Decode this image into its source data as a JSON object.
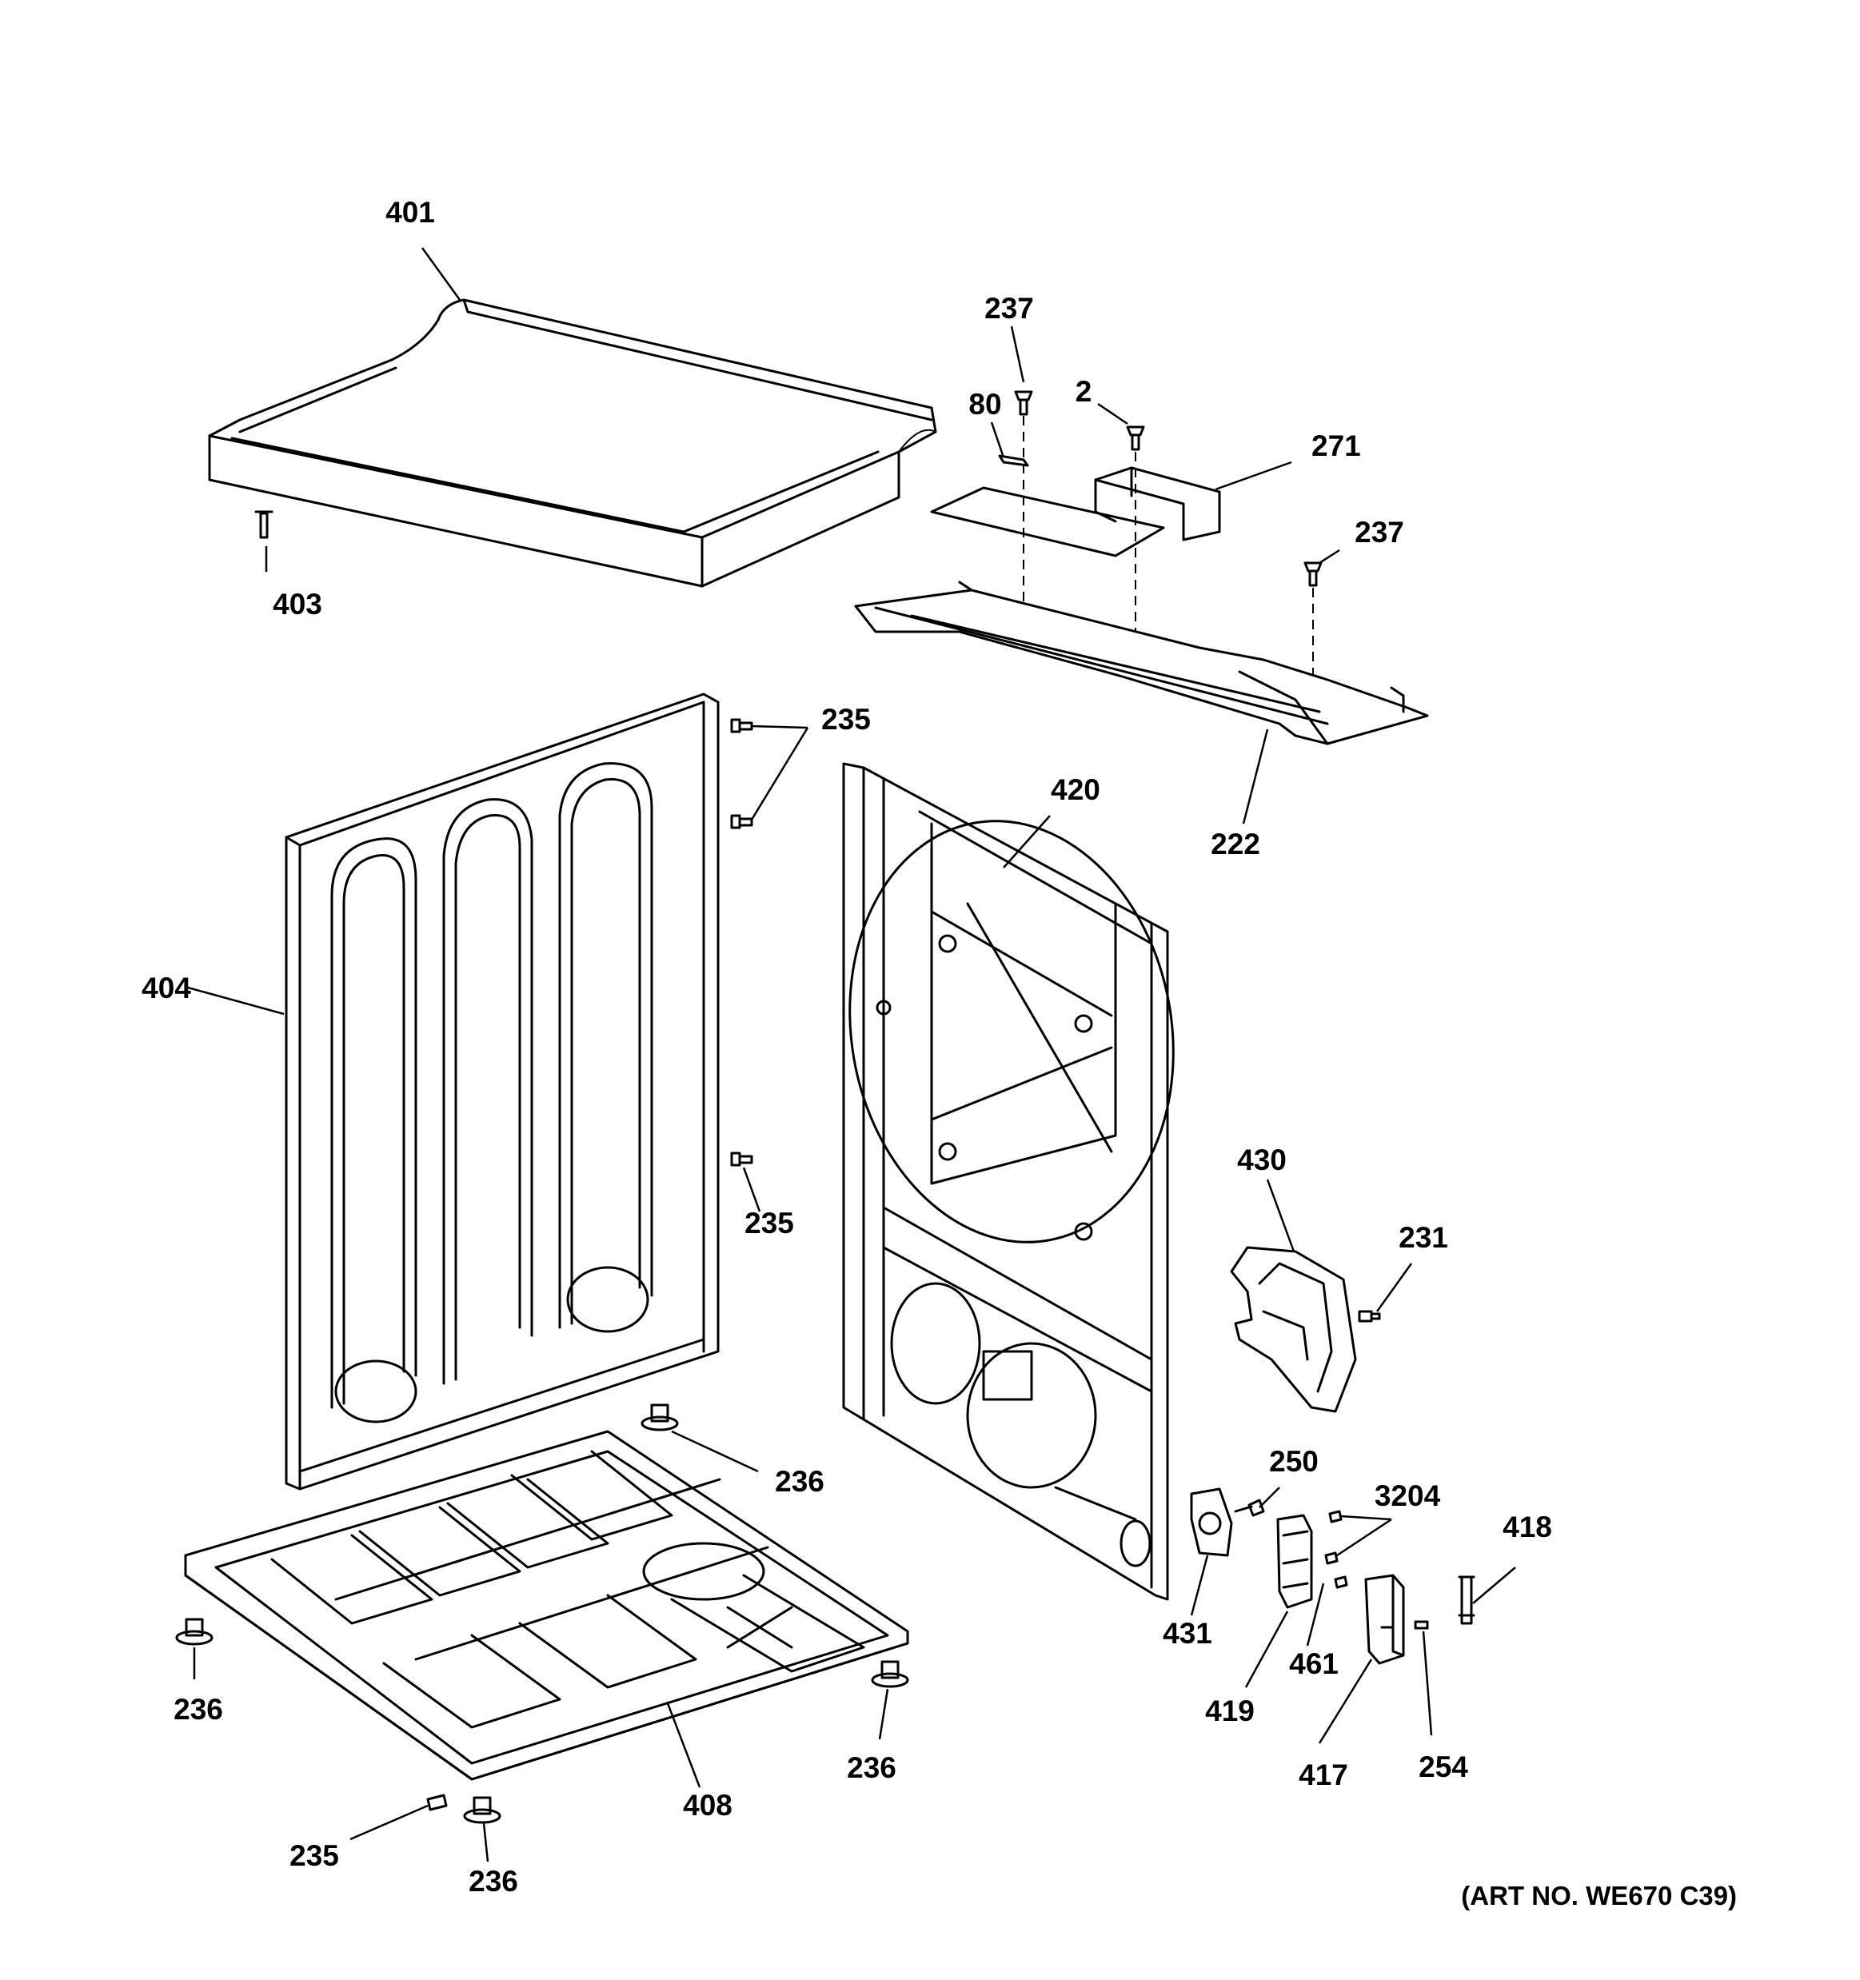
{
  "callouts": {
    "c401": "401",
    "c403": "403",
    "c237a": "237",
    "c80": "80",
    "c2": "2",
    "c271": "271",
    "c237b": "237",
    "c222": "222",
    "c235a": "235",
    "c420": "420",
    "c404": "404",
    "c235b": "235",
    "c430": "430",
    "c231": "231",
    "c236a": "236",
    "c250": "250",
    "c3204": "3204",
    "c418": "418",
    "c431": "431",
    "c461": "461",
    "c419": "419",
    "c236b": "236",
    "c236c": "236",
    "c417": "417",
    "c254": "254",
    "c408": "408",
    "c235c": "235",
    "c236d": "236"
  },
  "art_number": "(ART NO. WE670 C39)"
}
